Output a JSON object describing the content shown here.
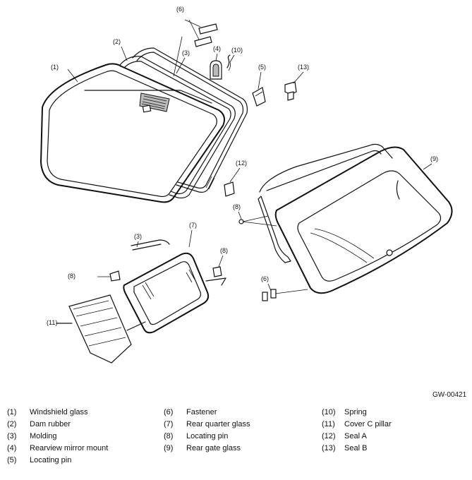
{
  "figure_id": "GW-00421",
  "callouts": {
    "c1": "(1)",
    "c2": "(2)",
    "c3a": "(3)",
    "c3b": "(3)",
    "c4": "(4)",
    "c5": "(5)",
    "c6a": "(6)",
    "c6b": "(6)",
    "c7": "(7)",
    "c8a": "(8)",
    "c8b": "(8)",
    "c8c": "(8)",
    "c9": "(9)",
    "c10": "(10)",
    "c11": "(11)",
    "c12": "(12)",
    "c13": "(13)"
  },
  "legend": [
    {
      "num": "(1)",
      "label": "Windshield glass"
    },
    {
      "num": "(2)",
      "label": "Dam rubber"
    },
    {
      "num": "(3)",
      "label": "Molding"
    },
    {
      "num": "(4)",
      "label": "Rearview mirror mount"
    },
    {
      "num": "(5)",
      "label": "Locating pin"
    },
    {
      "num": "(6)",
      "label": "Fastener"
    },
    {
      "num": "(7)",
      "label": "Rear quarter glass"
    },
    {
      "num": "(8)",
      "label": "Locating pin"
    },
    {
      "num": "(9)",
      "label": "Rear gate glass"
    },
    {
      "num": "(10)",
      "label": "Spring"
    },
    {
      "num": "(11)",
      "label": "Cover C pillar"
    },
    {
      "num": "(12)",
      "label": "Seal A"
    },
    {
      "num": "(13)",
      "label": "Seal B"
    }
  ]
}
